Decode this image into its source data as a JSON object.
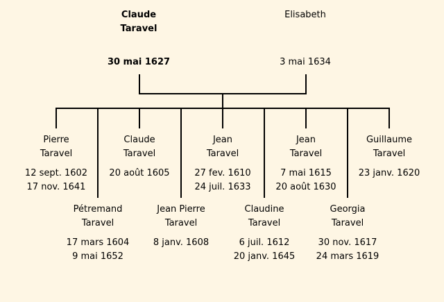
{
  "parents": [
    {
      "first": "Claude",
      "last": "Taravel",
      "date": "30 mai 1627"
    },
    {
      "first": "Elisabeth",
      "last": "",
      "date": "3 mai 1634"
    }
  ],
  "children": [
    {
      "first": "Pierre",
      "last": "Taravel",
      "birth": "12 sept. 1602",
      "death": "17 nov. 1641"
    },
    {
      "first": "Pétremand",
      "last": "Taravel",
      "birth": "17 mars 1604",
      "death": "9 mai 1652"
    },
    {
      "first": "Claude",
      "last": "Taravel",
      "birth": "20 août 1605",
      "death": ""
    },
    {
      "first": "Jean Pierre",
      "last": "Taravel",
      "birth": "8 janv. 1608",
      "death": ""
    },
    {
      "first": "Jean",
      "last": "Taravel",
      "birth": "27 fev. 1610",
      "death": "24 juil. 1633"
    },
    {
      "first": "Claudine",
      "last": "Taravel",
      "birth": "6 juil. 1612",
      "death": "20 janv. 1645"
    },
    {
      "first": "Jean",
      "last": "Taravel",
      "birth": "7 mai 1615",
      "death": "20 août 1630"
    },
    {
      "first": "Georgia",
      "last": "Taravel",
      "birth": "30 nov. 1617",
      "death": "24 mars 1619"
    },
    {
      "first": "Guillaume",
      "last": "Taravel",
      "birth": "23 janv. 1620",
      "death": ""
    }
  ]
}
